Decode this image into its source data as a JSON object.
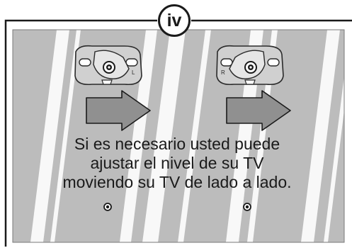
{
  "step_badge": "iv",
  "caption": {
    "line1": "Si es necesario usted puede",
    "line2": "ajustar el nivel de su TV",
    "line3": "moviendo su TV de lado a lado."
  },
  "bracket_left": {
    "side_label": "L"
  },
  "bracket_right": {
    "side_label": "R"
  }
}
